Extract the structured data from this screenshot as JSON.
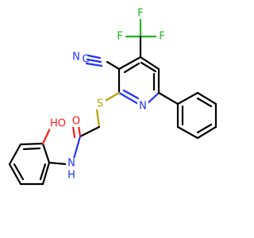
{
  "colors": {
    "carbon": "#000000",
    "nitrogen": "#1E32FF",
    "oxygen": "#FF1A1A",
    "sulfur": "#B8A000",
    "fluorine": "#1FB51F",
    "background": "#FFFFFF"
  },
  "atoms": {
    "F1": "F",
    "F2": "F",
    "F3": "F",
    "nitrile_N": "N",
    "nitrile_C": "C",
    "ring_N": "N",
    "S": "S",
    "carbonyl_O": "O",
    "amide_N": "N",
    "amide_H": "H",
    "hydroxyl_HO": "HO"
  }
}
